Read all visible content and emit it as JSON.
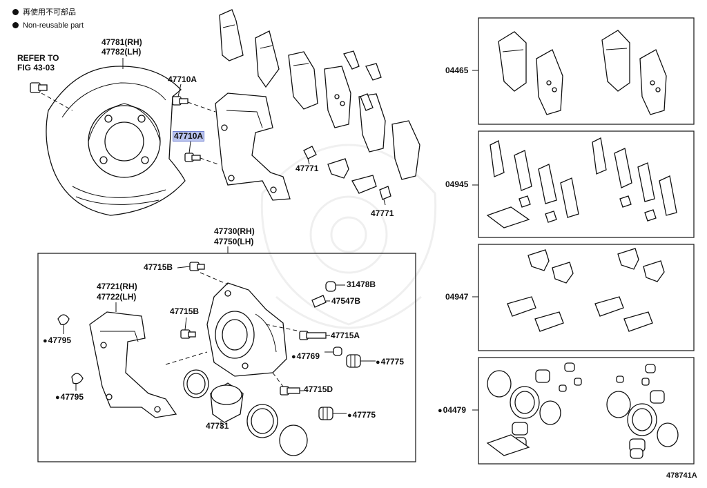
{
  "legend": {
    "non_reusable_jp": "再使用不可部品",
    "non_reusable_en": "Non-reusable part"
  },
  "refer": {
    "line1": "REFER TO",
    "line2": "FIG 43-03"
  },
  "parts": {
    "dust_cover": {
      "rh": "47781(RH)",
      "lh": "47782(LH)"
    },
    "bolt_47710a_top": "47710A",
    "bolt_47710a_highlight": "47710A",
    "clip_47771_left": "47771",
    "clip_47771_right": "47771",
    "caliper_assy": {
      "rh": "47730(RH)",
      "lh": "47750(LH)"
    },
    "bolt_47715b_top": "47715B",
    "bolt_47715b_mid": "47715B",
    "mounting": {
      "rh": "47721(RH)",
      "lh": "47722(LH)"
    },
    "seal_47795_a": "47795",
    "seal_47795_b": "47795",
    "cap_31478b": "31478B",
    "bleeder_47547b": "47547B",
    "pin_47715a": "47715A",
    "cap_47769": "47769",
    "boot_47775_a": "47775",
    "pin_47715d": "47715D",
    "boot_47775_b": "47775",
    "piston_47731": "47731"
  },
  "kits": {
    "k04465": "04465",
    "k04945": "04945",
    "k04947": "04947",
    "k04479": "04479"
  },
  "diagram_number": "478741A"
}
